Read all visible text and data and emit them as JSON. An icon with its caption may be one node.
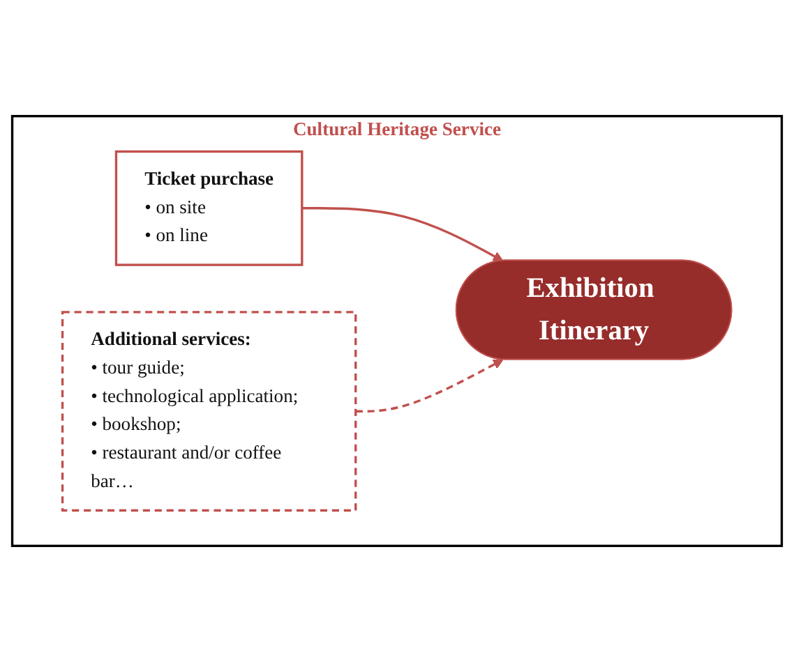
{
  "diagram": {
    "nodes": [
      {
        "text": [
          "Cultural Heritage Service"
        ]
      },
      {
        "text": [
          "Ticket purchase",
          "• on site",
          "• on line"
        ],
        "in": 0
      },
      {
        "text": [
          "Exhibition Itinerary"
        ],
        "in": 0
      },
      {
        "text": [
          "Additional services:",
          "• tour guide;",
          "• technological application;",
          "• bookshop;",
          "• restaurant and/or coffee bar…"
        ],
        "in": 0
      }
    ],
    "edges": [
      {
        "from": 1,
        "to": 2,
        "arrow": "to"
      },
      {
        "from": 3,
        "to": 2,
        "arrow": "to",
        "style": "dashed"
      }
    ]
  }
}
